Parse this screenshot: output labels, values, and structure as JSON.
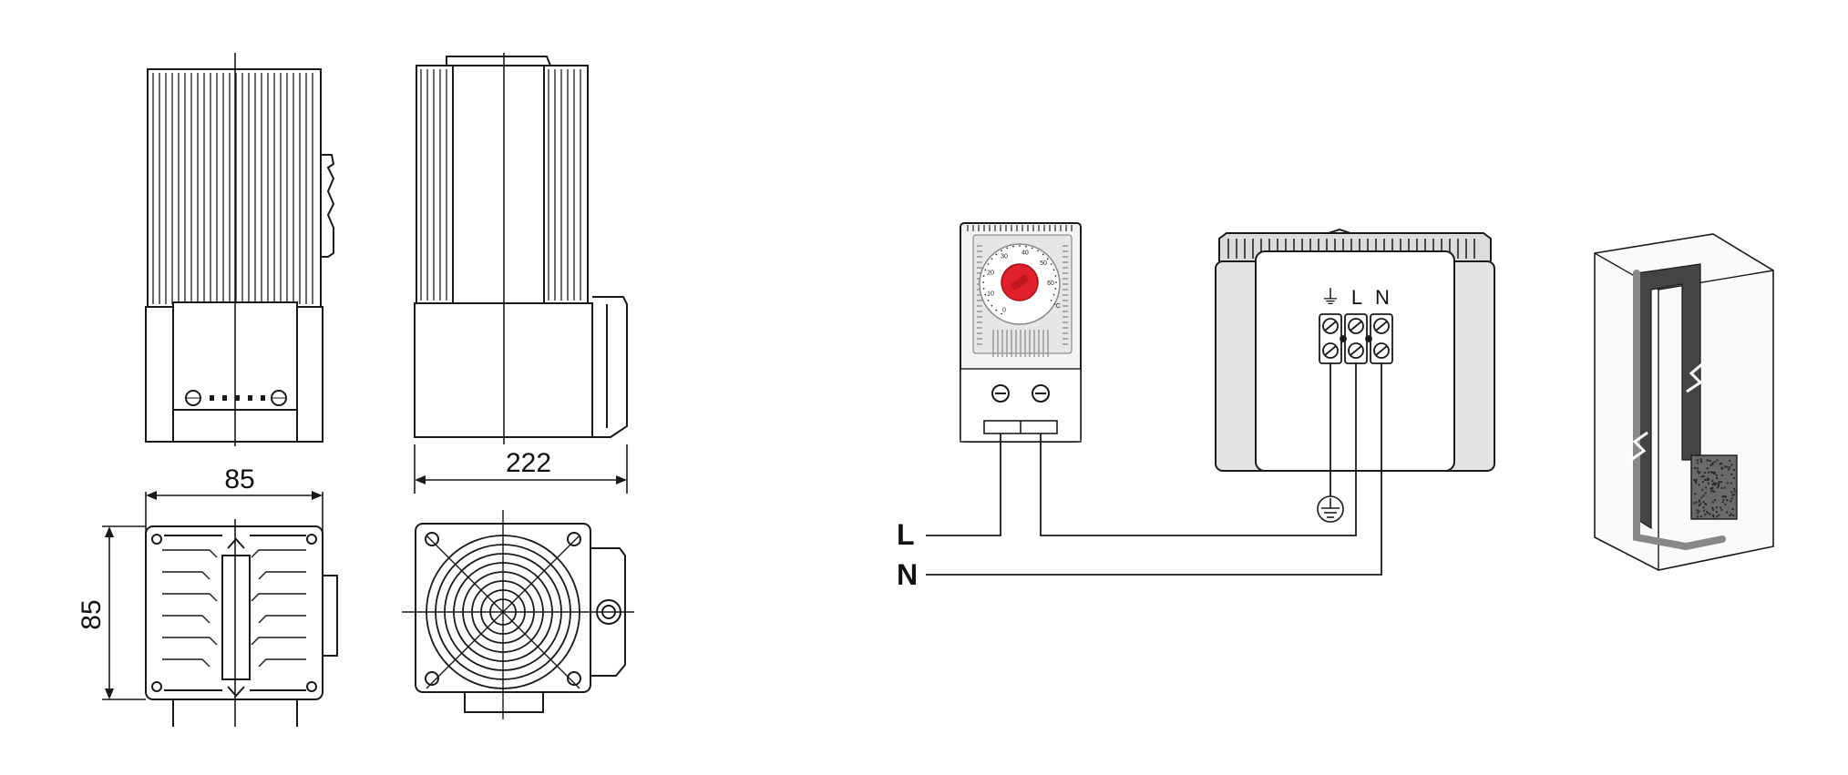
{
  "dimensions": {
    "side_width": "222",
    "front_width": "85",
    "top_depth": "85"
  },
  "wiring": {
    "line_label": "L",
    "neutral_label": "N",
    "terminal_earth_symbol": "⏚",
    "terminal_line_label": "L",
    "terminal_neutral_label": "N"
  },
  "thermostat": {
    "dial_numbers": [
      "0",
      "10",
      "20",
      "30",
      "40",
      "50",
      "60"
    ],
    "unit": "°C"
  },
  "colors": {
    "line_art": "#1a1a1a",
    "thermostat_body": "#f4f4f4",
    "dial_knob": "#e0202a",
    "housing_shade": "#dcdcdc"
  }
}
